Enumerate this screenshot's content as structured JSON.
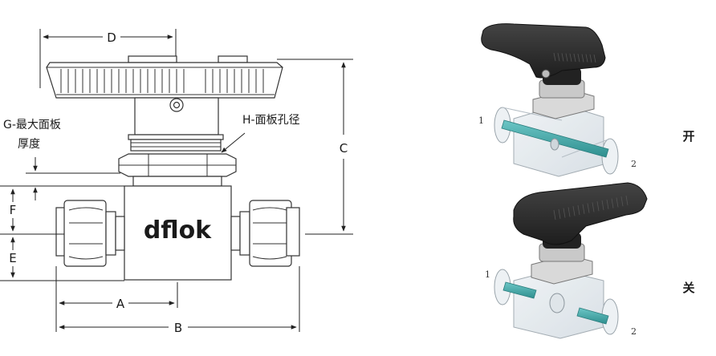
{
  "dimension_labels": {
    "A": "A",
    "B": "B",
    "C": "C",
    "D": "D",
    "E": "E",
    "F": "F"
  },
  "notes": {
    "g_line1": "G-最大面板",
    "g_line2": "厚度",
    "h": "H-面板孔径"
  },
  "brand": "dflok",
  "views": [
    {
      "state_label": "开",
      "port_in": "1",
      "port_out": "2"
    },
    {
      "state_label": "关",
      "port_in": "1",
      "port_out": "2"
    }
  ],
  "colors": {
    "handle": "#2b2b2b",
    "glass": "#e4eaef",
    "flow_pin": "#3ea6a6",
    "line": "#333333"
  }
}
